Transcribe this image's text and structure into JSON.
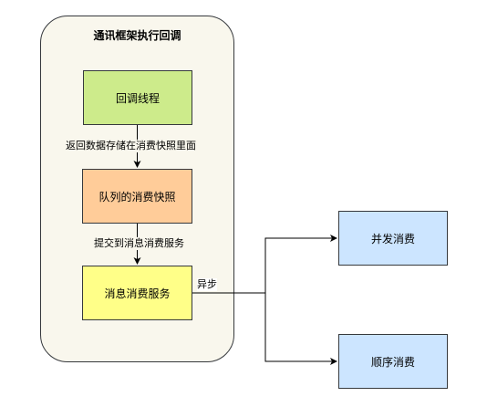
{
  "diagram": {
    "container_title": "通讯框架执行回调",
    "nodes": {
      "callback_thread": "回调线程",
      "queue_snapshot": "队列的消费快照",
      "message_service": "消息消费服务",
      "concurrent_consume": "并发消费",
      "ordered_consume": "顺序消费"
    },
    "edges": {
      "return_store": "返回数据存储在消费快照里面",
      "submit_service": "提交到消息消费服务",
      "async": "异步"
    }
  },
  "colors": {
    "container_fill": "#f9f7ed",
    "callback_fill": "#cdeb8b",
    "queue_fill": "#ffcc99",
    "service_fill": "#ffff88",
    "consume_fill": "#cce5ff",
    "stroke": "#36393d"
  }
}
